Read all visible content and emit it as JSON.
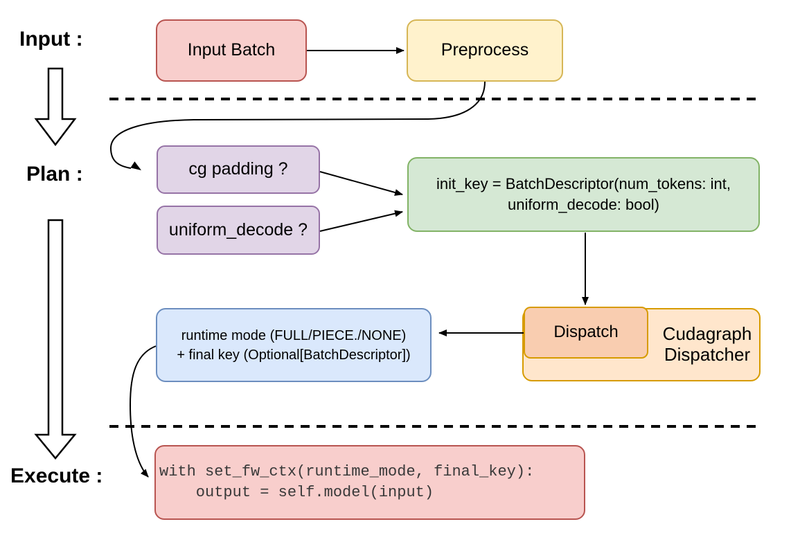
{
  "headings": {
    "input": "Input :",
    "plan": "Plan :",
    "execute": "Execute :"
  },
  "nodes": {
    "input_batch": {
      "label": "Input Batch",
      "fill": "#f8cecc",
      "stroke": "#b85450"
    },
    "preprocess": {
      "label": "Preprocess",
      "fill": "#fff2cc",
      "stroke": "#d6b656"
    },
    "cg_padding": {
      "label": "cg padding ?",
      "fill": "#e1d5e7",
      "stroke": "#9673a6"
    },
    "uniform_decode": {
      "label": "uniform_decode ?",
      "fill": "#e1d5e7",
      "stroke": "#9673a6"
    },
    "init_key": {
      "label": "init_key = BatchDescriptor(num_tokens: int,\nuniform_decode: bool)",
      "fill": "#d5e8d4",
      "stroke": "#82b366"
    },
    "dispatch": {
      "label": "Dispatch",
      "fill": "#f9cdb0",
      "stroke": "#d79b00"
    },
    "cudagraph_dispatcher": {
      "label": "Cudagraph\nDispatcher",
      "fill": "#ffe6cc",
      "stroke": "#d79b00"
    },
    "runtime_mode": {
      "label": "runtime mode (FULL/PIECE./NONE)\n+ final key (Optional[BatchDescriptor])",
      "fill": "#dae8fc",
      "stroke": "#6c8ebf"
    },
    "execute_code": {
      "label": "with set_fw_ctx(runtime_mode, final_key):\n    output = self.model(input)",
      "fill": "#f8cecc",
      "stroke": "#b85450"
    }
  },
  "connectors": [
    {
      "from": "input_batch",
      "to": "preprocess"
    },
    {
      "from": "preprocess",
      "to": "cg_padding"
    },
    {
      "from": "cg_padding",
      "to": "init_key"
    },
    {
      "from": "uniform_decode",
      "to": "init_key"
    },
    {
      "from": "init_key",
      "to": "dispatch"
    },
    {
      "from": "dispatch",
      "to": "runtime_mode"
    },
    {
      "from": "runtime_mode",
      "to": "execute_code"
    }
  ],
  "dividers": {
    "count": 2,
    "style": "dashed",
    "color": "#000000"
  },
  "flow_arrows": {
    "count": 2,
    "fill": "#ffffff",
    "stroke": "#000000"
  }
}
